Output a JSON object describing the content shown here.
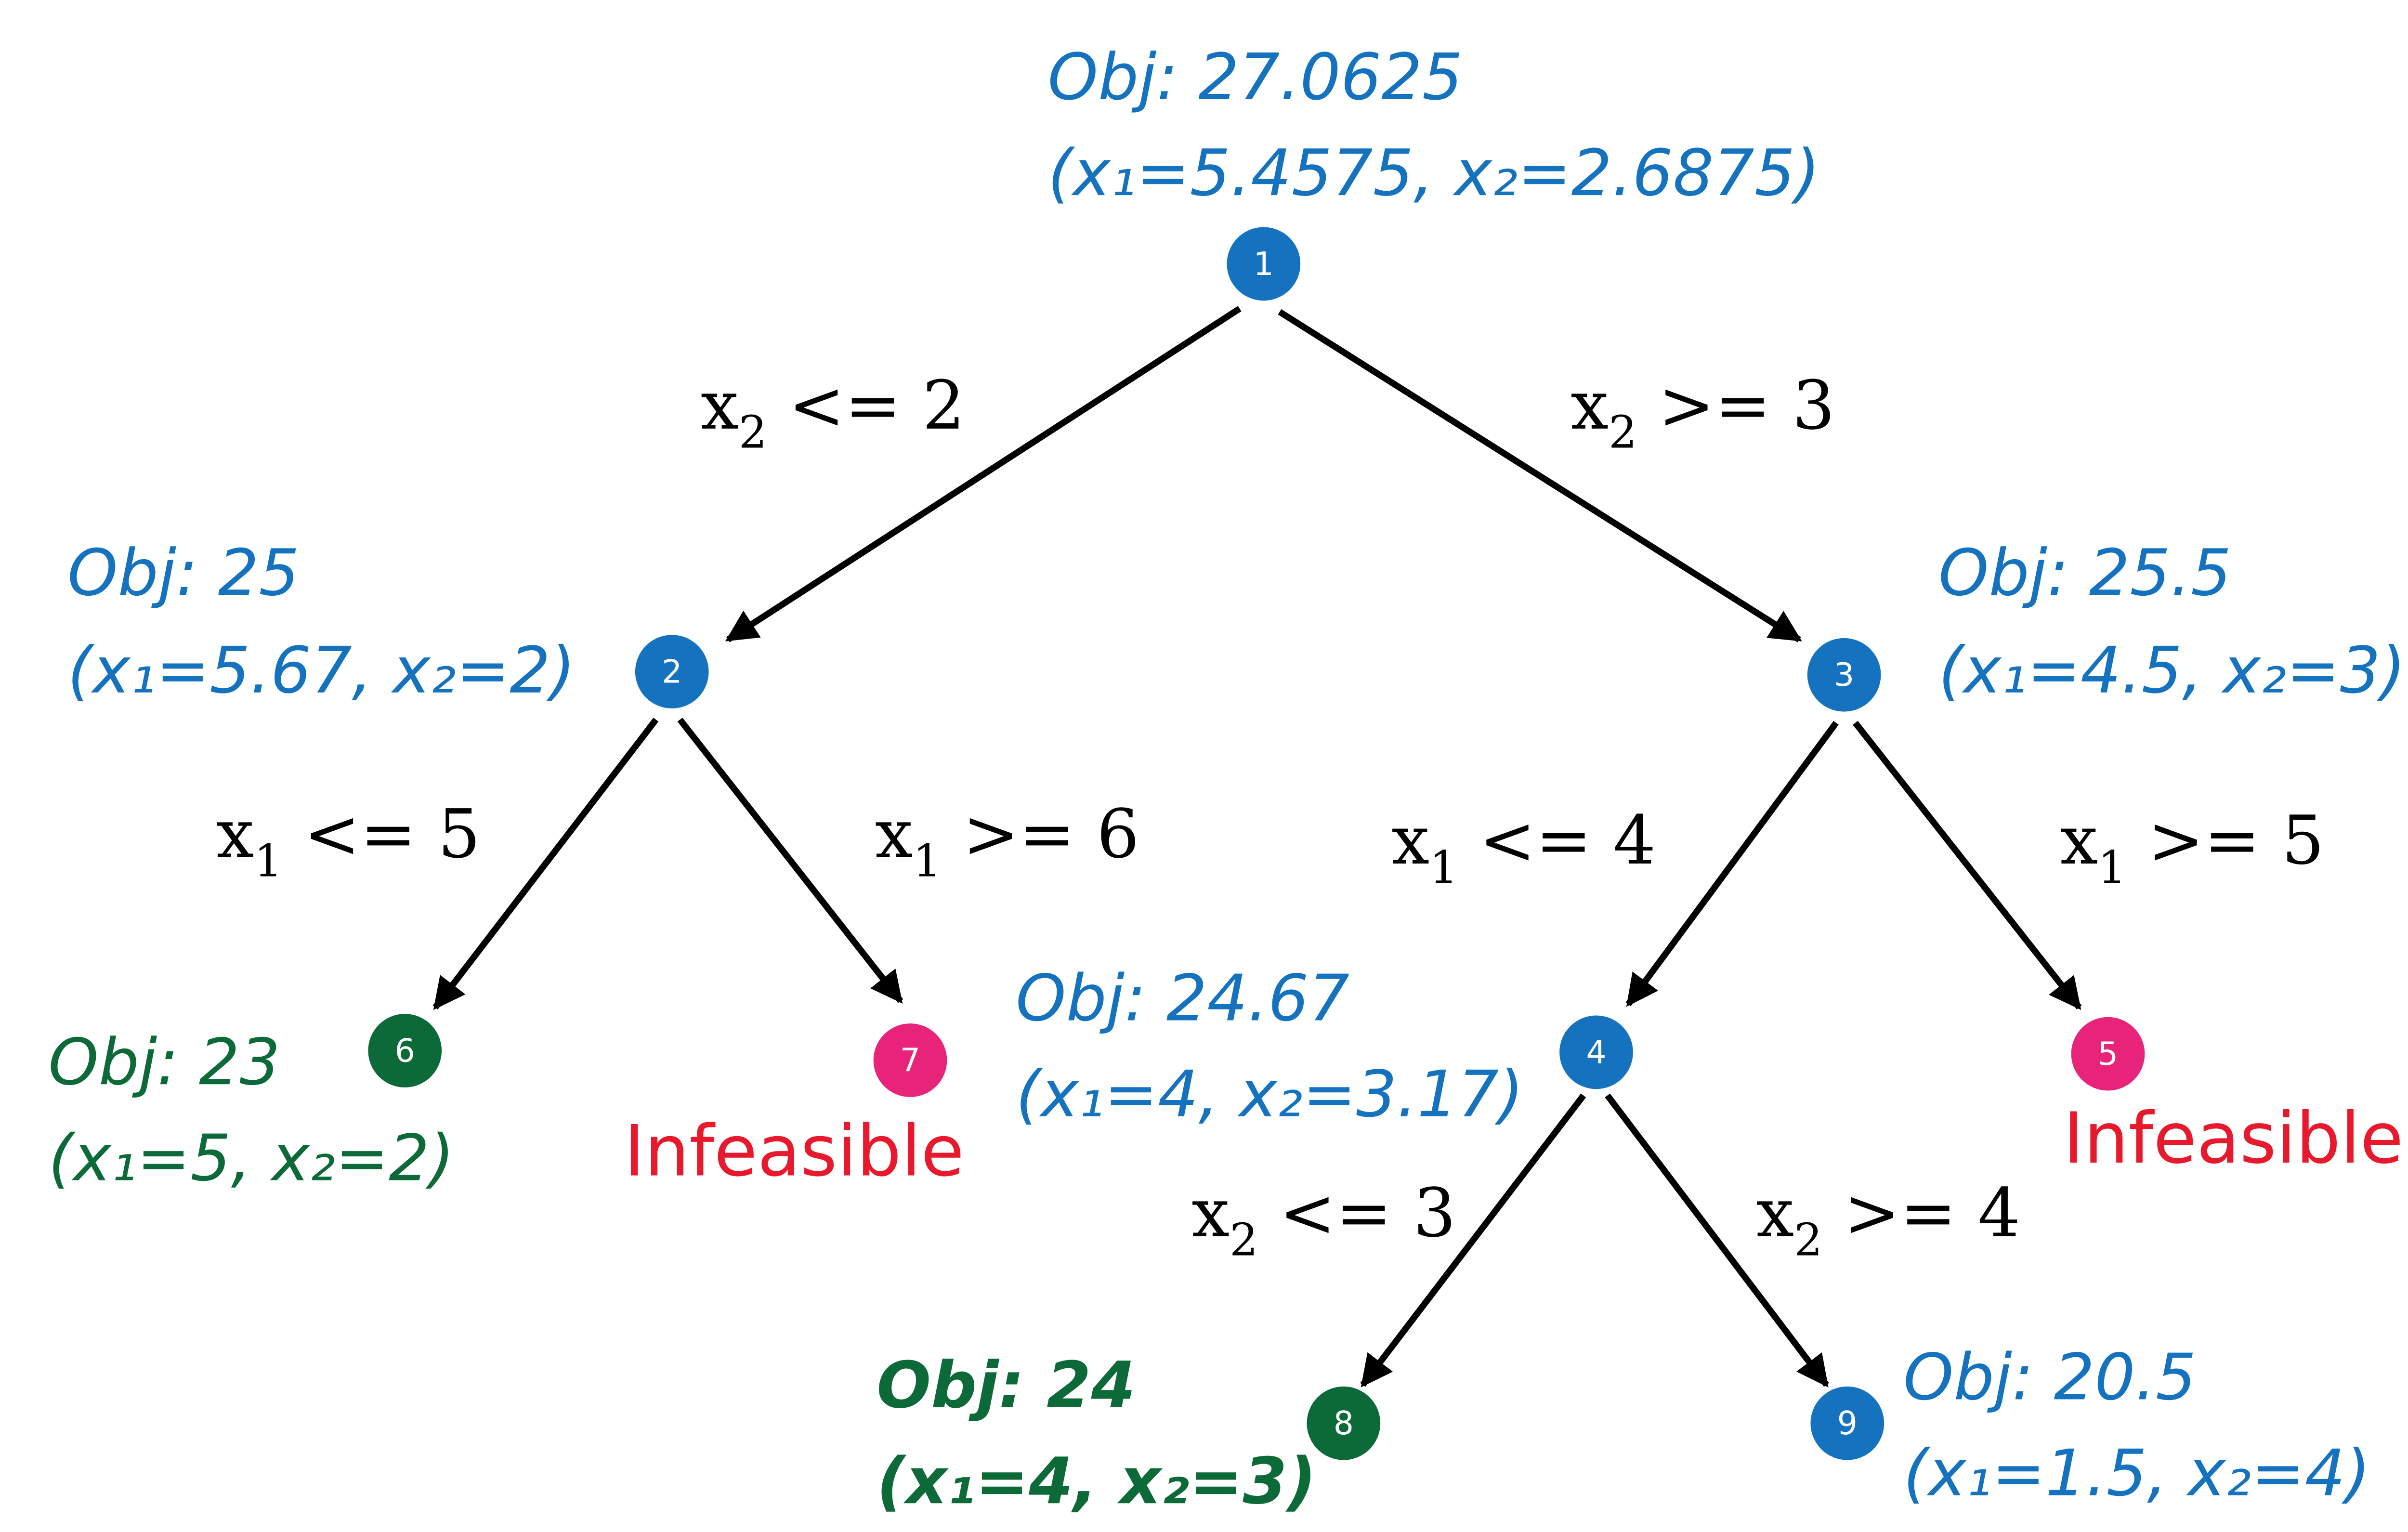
{
  "colors": {
    "blue": "#1572BE",
    "green": "#0C6A38",
    "pink": "#E8237A",
    "red": "#E8192C"
  },
  "nodes": [
    {
      "id": "1",
      "obj": "Obj: 27.0625",
      "sol": "(x₁=5.4575, x₂=2.6875)",
      "status": "open"
    },
    {
      "id": "2",
      "obj": "Obj: 25",
      "sol": "(x₁=5.67, x₂=2)",
      "status": "open"
    },
    {
      "id": "3",
      "obj": "Obj: 25.5",
      "sol": "(x₁=4.5, x₂=3)",
      "status": "open"
    },
    {
      "id": "4",
      "obj": "Obj: 24.67",
      "sol": "(x₁=4, x₂=3.17)",
      "status": "open"
    },
    {
      "id": "5",
      "label": "Infeasible",
      "status": "infeasible"
    },
    {
      "id": "6",
      "obj": "Obj: 23",
      "sol": "(x₁=5, x₂=2)",
      "status": "integer"
    },
    {
      "id": "7",
      "label": "Infeasible",
      "status": "infeasible"
    },
    {
      "id": "8",
      "obj": "Obj: 24",
      "sol": "(x₁=4, x₂=3)",
      "status": "optimal"
    },
    {
      "id": "9",
      "obj": "Obj: 20.5",
      "sol": "(x₁=1.5, x₂=4)",
      "status": "open"
    }
  ],
  "edges": [
    {
      "from": "1",
      "to": "2",
      "var": "x",
      "sub": "2",
      "rel": " <= 2"
    },
    {
      "from": "1",
      "to": "3",
      "var": "x",
      "sub": "2",
      "rel": " >= 3"
    },
    {
      "from": "2",
      "to": "6",
      "var": "x",
      "sub": "1",
      "rel": " <= 5"
    },
    {
      "from": "2",
      "to": "7",
      "var": "x",
      "sub": "1",
      "rel": " >= 6"
    },
    {
      "from": "3",
      "to": "4",
      "var": "x",
      "sub": "1",
      "rel": " <= 4"
    },
    {
      "from": "3",
      "to": "5",
      "var": "x",
      "sub": "1",
      "rel": " >= 5"
    },
    {
      "from": "4",
      "to": "8",
      "var": "x",
      "sub": "2",
      "rel": " <= 3"
    },
    {
      "from": "4",
      "to": "9",
      "var": "x",
      "sub": "2",
      "rel": " >= 4"
    }
  ]
}
